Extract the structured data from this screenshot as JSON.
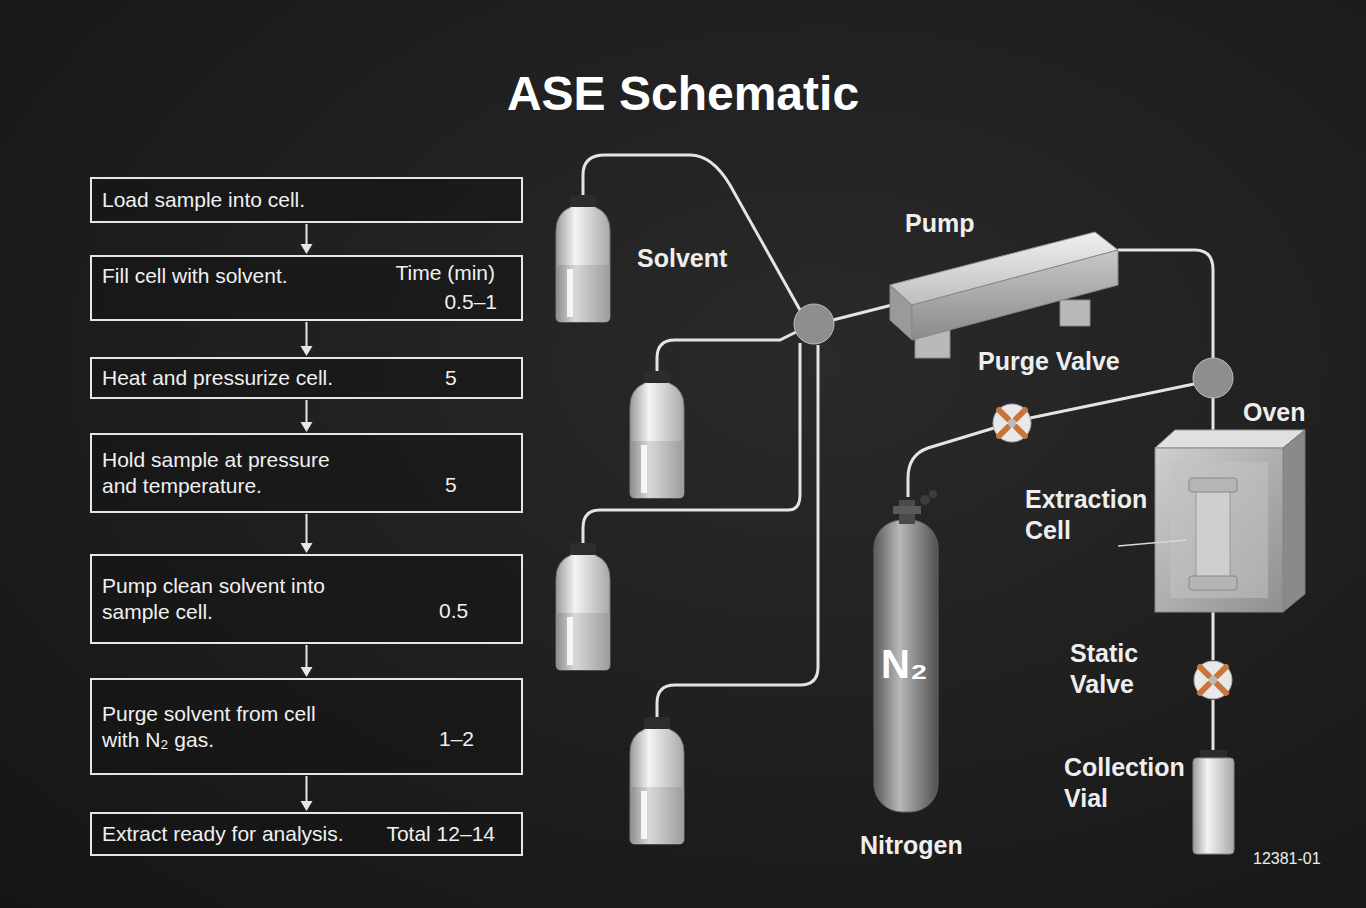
{
  "diagram": {
    "title": "ASE Schematic",
    "nodes": [
      {
        "text": [
          "Load sample into cell."
        ]
      },
      {
        "text": [
          "Fill cell with solvent.",
          "Time (min)",
          "0.5–1"
        ]
      },
      {
        "text": [
          "Heat and pressurize cell.",
          "5"
        ]
      },
      {
        "text": [
          "Hold sample at pressure and temperature.",
          "5"
        ]
      },
      {
        "text": [
          "Pump clean solvent into sample cell.",
          "0.5"
        ]
      },
      {
        "text": [
          "Purge solvent from cell with N₂ gas.",
          "1–2"
        ]
      },
      {
        "text": [
          "Extract ready for analysis.",
          "Total 12–14"
        ]
      }
    ],
    "edges": [
      {
        "from": 0,
        "to": 1,
        "arrow": "to"
      },
      {
        "from": 1,
        "to": 2,
        "arrow": "to"
      },
      {
        "from": 2,
        "to": 3,
        "arrow": "to"
      },
      {
        "from": 3,
        "to": 4,
        "arrow": "to"
      },
      {
        "from": 4,
        "to": 5,
        "arrow": "to"
      },
      {
        "from": 5,
        "to": 6,
        "arrow": "to"
      }
    ],
    "labels": [
      "Solvent",
      "Pump",
      "Purge Valve",
      "Oven",
      "Extraction Cell",
      "N₂",
      "Static Valve",
      "Collection Vial",
      "Nitrogen",
      "12381-01"
    ]
  }
}
